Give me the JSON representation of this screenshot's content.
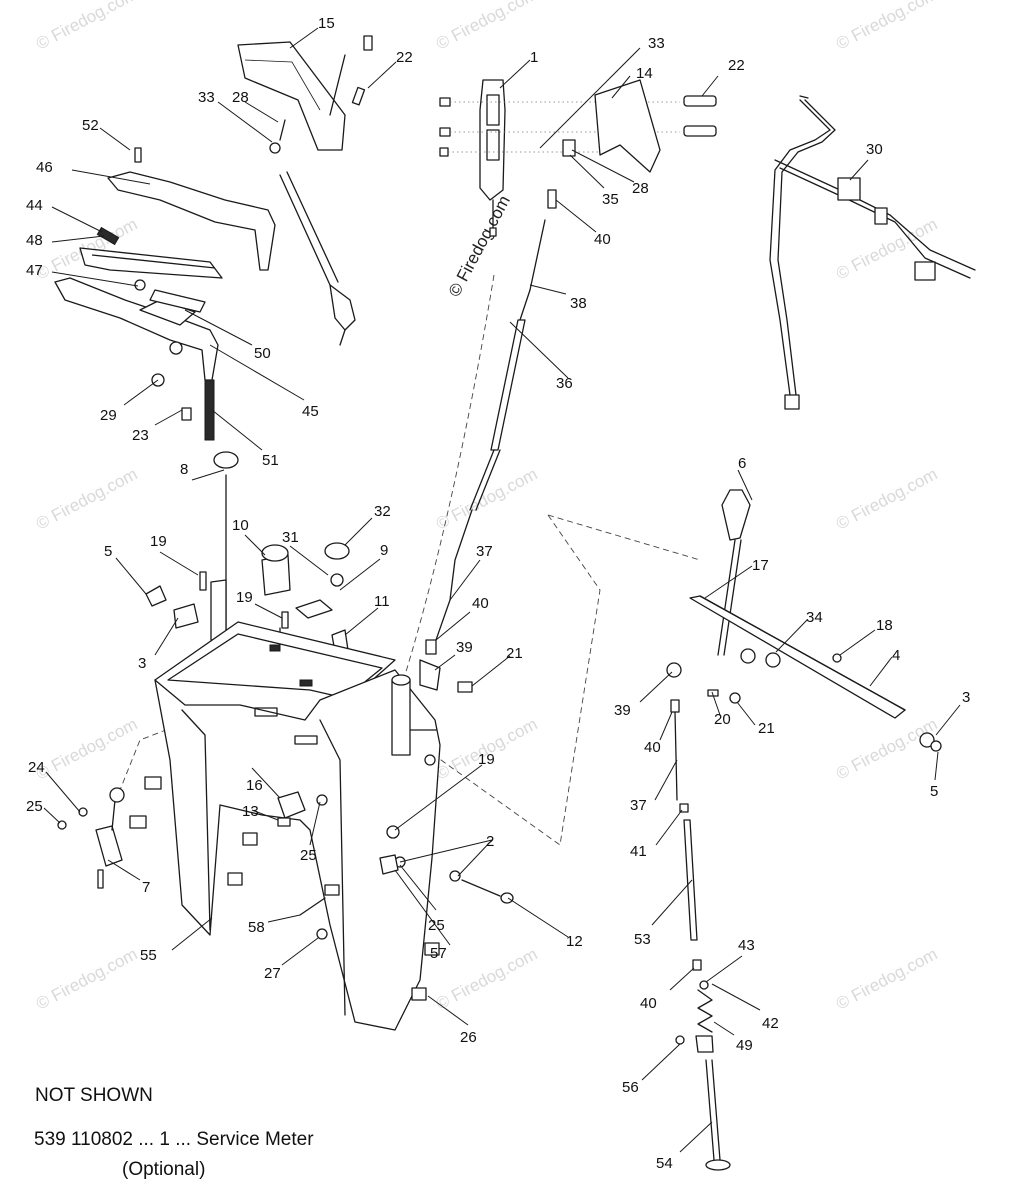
{
  "watermark": {
    "text": "© Firedog.com",
    "vertical_text": "© Firedog.com"
  },
  "callouts": [
    "15",
    "22",
    "33",
    "1",
    "14",
    "22",
    "28",
    "33",
    "52",
    "46",
    "44",
    "48",
    "47",
    "50",
    "45",
    "29",
    "23",
    "51",
    "30",
    "35",
    "28",
    "40",
    "38",
    "36",
    "8",
    "10",
    "31",
    "32",
    "19",
    "9",
    "5",
    "19",
    "11",
    "3",
    "37",
    "40",
    "39",
    "21",
    "6",
    "17",
    "34",
    "18",
    "4",
    "3",
    "5",
    "39",
    "20",
    "21",
    "40",
    "37",
    "41",
    "24",
    "25",
    "16",
    "13",
    "25",
    "19",
    "2",
    "25",
    "12",
    "7",
    "58",
    "57",
    "55",
    "27",
    "26",
    "53",
    "43",
    "40",
    "42",
    "49",
    "56",
    "54"
  ],
  "not_shown": {
    "heading": "NOT SHOWN",
    "line": "539 110802 ... 1 ... Service Meter",
    "sub": "(Optional)"
  }
}
